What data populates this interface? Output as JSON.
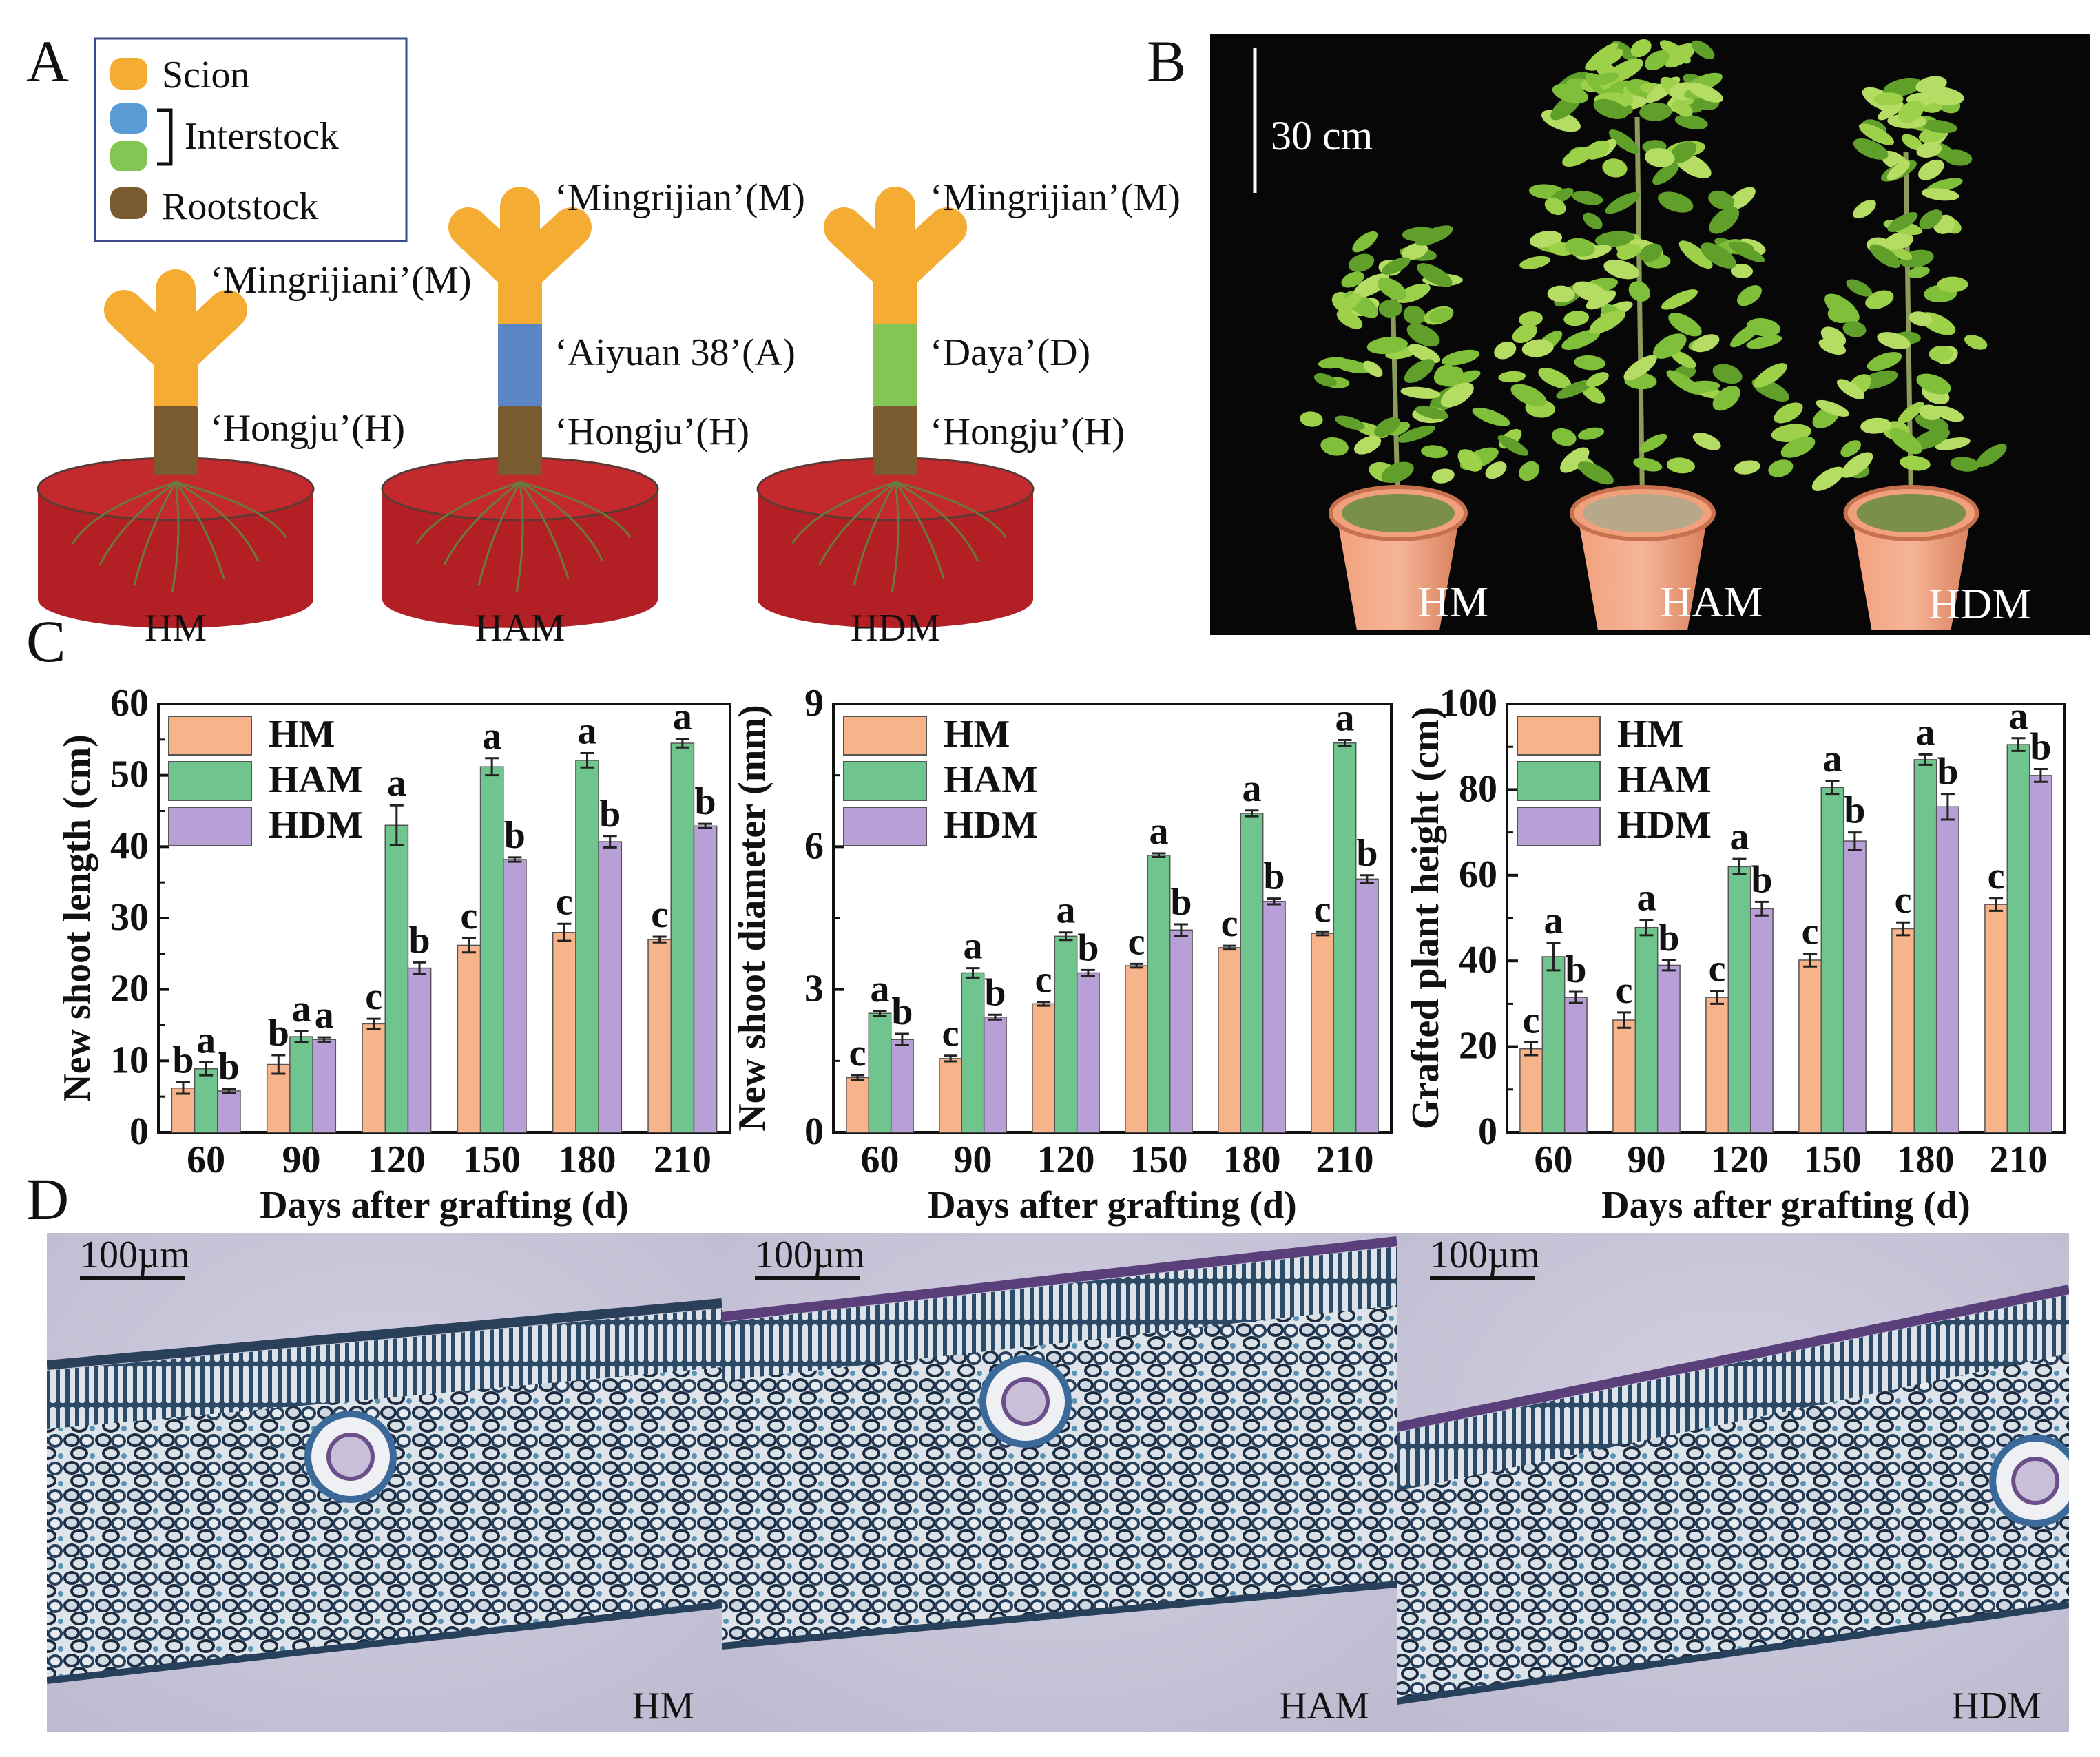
{
  "panel_labels": {
    "a": "A",
    "b": "B",
    "c": "C",
    "d": "D"
  },
  "panel_a": {
    "legend": {
      "scion": "Scion",
      "interstock": "Interstock",
      "rootstock": "Rootstock"
    },
    "plants": [
      {
        "name": "HM",
        "labels": [
          "‘Mingrijiani’(M)",
          "‘Hongju’(H)"
        ]
      },
      {
        "name": "HAM",
        "labels": [
          "‘Mingrijian’(M)",
          "‘Aiyuan 38’(A)",
          "‘Hongju’(H)"
        ]
      },
      {
        "name": "HDM",
        "labels": [
          "‘Mingrijian’(M)",
          "‘Daya’(D)",
          "‘Hongju’(H)"
        ]
      }
    ],
    "colors": {
      "scion": "#f4ac33",
      "interstock_a": "#5a86c6",
      "interstock_d": "#84c655",
      "rootstock": "#7a5a2f",
      "pot": "#b21f24"
    }
  },
  "panel_b": {
    "scale": "30 cm",
    "labels": [
      "HM",
      "HAM",
      "HDM"
    ]
  },
  "chart_data": [
    {
      "type": "bar",
      "categories": [
        "60",
        "90",
        "120",
        "150",
        "180",
        "210"
      ],
      "xlabel": "Days after grafting (d)",
      "ylabel": "New shoot length (cm)",
      "ylim": [
        0,
        60
      ],
      "yticks": [
        "0",
        "10",
        "20",
        "30",
        "40",
        "50",
        "60"
      ],
      "legend": "top-left",
      "series": [
        {
          "name": "HM",
          "color": "#f7b48b",
          "values": [
            6.2,
            9.5,
            15.2,
            26.2,
            28.0,
            27.0
          ],
          "errors": [
            0.8,
            1.3,
            0.7,
            1.0,
            1.2,
            0.4
          ],
          "letters": [
            "b",
            "b",
            "c",
            "c",
            "c",
            "c"
          ]
        },
        {
          "name": "HAM",
          "color": "#70c58f",
          "values": [
            8.9,
            13.4,
            43.0,
            51.2,
            52.1,
            54.5
          ],
          "errors": [
            0.9,
            0.8,
            2.8,
            1.2,
            1.0,
            0.6
          ],
          "letters": [
            "a",
            "a",
            "a",
            "a",
            "a",
            "a"
          ]
        },
        {
          "name": "HDM",
          "color": "#b8a0d6",
          "values": [
            5.8,
            13.0,
            23.0,
            38.2,
            40.7,
            42.9
          ],
          "errors": [
            0.3,
            0.3,
            0.8,
            0.3,
            0.8,
            0.3
          ],
          "letters": [
            "b",
            "a",
            "b",
            "b",
            "b",
            "b"
          ]
        }
      ]
    },
    {
      "type": "bar",
      "categories": [
        "60",
        "90",
        "120",
        "150",
        "180",
        "210"
      ],
      "xlabel": "Days after grafting (d)",
      "ylabel": "New shoot diameter (mm)",
      "ylim": [
        0,
        9
      ],
      "yticks": [
        "0",
        "3",
        "6",
        "9"
      ],
      "legend": "top-left",
      "series": [
        {
          "name": "HM",
          "color": "#f7b48b",
          "values": [
            1.15,
            1.55,
            2.7,
            3.5,
            3.88,
            4.18
          ],
          "errors": [
            0.05,
            0.06,
            0.04,
            0.04,
            0.04,
            0.04
          ],
          "letters": [
            "c",
            "c",
            "c",
            "c",
            "c",
            "c"
          ]
        },
        {
          "name": "HAM",
          "color": "#70c58f",
          "values": [
            2.5,
            3.35,
            4.12,
            5.82,
            6.7,
            8.18
          ],
          "errors": [
            0.05,
            0.1,
            0.08,
            0.04,
            0.06,
            0.06
          ],
          "letters": [
            "a",
            "a",
            "a",
            "a",
            "a",
            "a"
          ]
        },
        {
          "name": "HDM",
          "color": "#b8a0d6",
          "values": [
            1.95,
            2.42,
            3.35,
            4.25,
            4.85,
            5.32
          ],
          "errors": [
            0.12,
            0.05,
            0.06,
            0.12,
            0.06,
            0.08
          ],
          "letters": [
            "b",
            "b",
            "b",
            "b",
            "b",
            "b"
          ]
        }
      ]
    },
    {
      "type": "bar",
      "categories": [
        "60",
        "90",
        "120",
        "150",
        "180",
        "210"
      ],
      "xlabel": "Days after grafting (d)",
      "ylabel": "Grafted plant height (cm)",
      "ylim": [
        0,
        100
      ],
      "yticks": [
        "0",
        "20",
        "40",
        "60",
        "80",
        "100"
      ],
      "legend": "top-left",
      "series": [
        {
          "name": "HM",
          "color": "#f7b48b",
          "values": [
            19.5,
            26.2,
            31.5,
            40.2,
            47.5,
            53.2
          ],
          "errors": [
            1.5,
            1.8,
            1.5,
            1.5,
            1.5,
            1.5
          ],
          "letters": [
            "c",
            "c",
            "c",
            "c",
            "c",
            "c"
          ]
        },
        {
          "name": "HAM",
          "color": "#70c58f",
          "values": [
            41.0,
            47.8,
            62.0,
            80.5,
            87.0,
            90.5
          ],
          "errors": [
            3.2,
            1.8,
            1.8,
            1.5,
            1.2,
            1.5
          ],
          "letters": [
            "a",
            "a",
            "a",
            "a",
            "a",
            "a"
          ]
        },
        {
          "name": "HDM",
          "color": "#b8a0d6",
          "values": [
            31.5,
            39.0,
            52.2,
            68.0,
            76.0,
            83.3
          ],
          "errors": [
            1.3,
            1.2,
            1.6,
            2.0,
            3.0,
            1.5
          ],
          "letters": [
            "b",
            "b",
            "b",
            "b",
            "b",
            "b"
          ]
        }
      ]
    }
  ],
  "panel_d": {
    "scale": "100µm",
    "labels": [
      "HM",
      "HAM",
      "HDM"
    ]
  }
}
